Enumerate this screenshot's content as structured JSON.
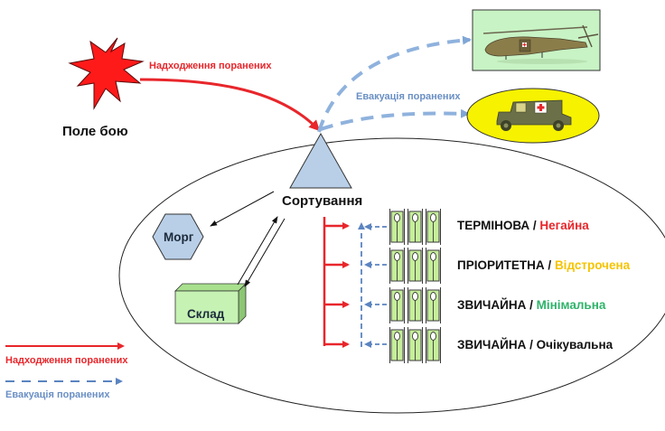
{
  "title": "Схема сортування поранених",
  "colors": {
    "inflow_red": "#e8262b",
    "evac_blue": "#6a8fc4",
    "triage_fill": "#b9cfe8",
    "morgue_fill": "#b9cfe8",
    "warehouse_fill": "#c6f2b4",
    "stretcher_fill": "#c5ee9a",
    "helicopter_bg": "#c8f3c4",
    "ambulance_bg": "#f7f200",
    "urgent_red": "#e8262b",
    "delayed_yellow": "#f5c400",
    "minimal_green": "#2fb36a",
    "expectant_black": "#111111"
  },
  "nodes": {
    "battlefield": {
      "icon": "explosion-icon",
      "label": "Поле бою"
    },
    "triage": {
      "icon": "triangle-icon",
      "label": "Сортування"
    },
    "morgue": {
      "icon": "hexagon-icon",
      "label": "Морг"
    },
    "warehouse": {
      "icon": "box-icon",
      "label": "Склад"
    },
    "helicopter": {
      "icon": "helicopter-icon"
    },
    "ambulance": {
      "icon": "ambulance-jeep-icon"
    }
  },
  "arrows": {
    "inflow_label": "Надходження поранених",
    "evacuation_label": "Евакуація поранених"
  },
  "categories": [
    {
      "name": "ТЕРМІНОВА",
      "separator": " / ",
      "status": "Негайна",
      "status_color": "#e8262b",
      "stretchers": 3
    },
    {
      "name": "ПРІОРИТЕТНА",
      "separator": " / ",
      "status": "Відстрочена",
      "status_color": "#f5c400",
      "stretchers": 3
    },
    {
      "name": "ЗВИЧАЙНА",
      "separator": " / ",
      "status": "Мінімальна",
      "status_color": "#2fb36a",
      "stretchers": 3
    },
    {
      "name": "ЗВИЧАЙНА",
      "separator": " / ",
      "status": "Очікувальна",
      "status_color": "#111111",
      "stretchers": 3
    }
  ],
  "legend": [
    {
      "style": "solid-red-arrow",
      "label": "Надходження поранених"
    },
    {
      "style": "dashed-blue-arrow",
      "label": "Евакуація поранених"
    }
  ]
}
